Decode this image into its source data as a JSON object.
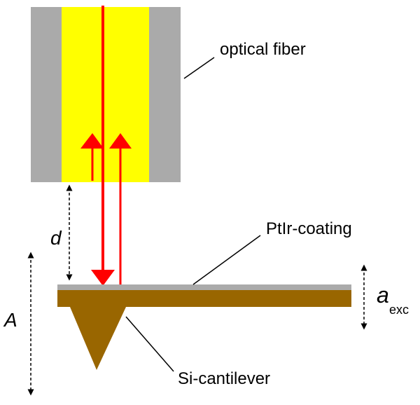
{
  "labels": {
    "optical_fiber": "optical fiber",
    "ptir_coating": "PtIr-coating",
    "si_cantilever": "Si-cantilever",
    "distance": "d",
    "amplitude": "A",
    "excitation_main": "a",
    "excitation_sub": "exc"
  },
  "colors": {
    "fiber_cladding": "#aaaaaa",
    "fiber_core": "#ffff00",
    "laser_beam": "#ff0000",
    "coating": "#aaaaaa",
    "cantilever": "#996600",
    "annotation": "#000000"
  }
}
